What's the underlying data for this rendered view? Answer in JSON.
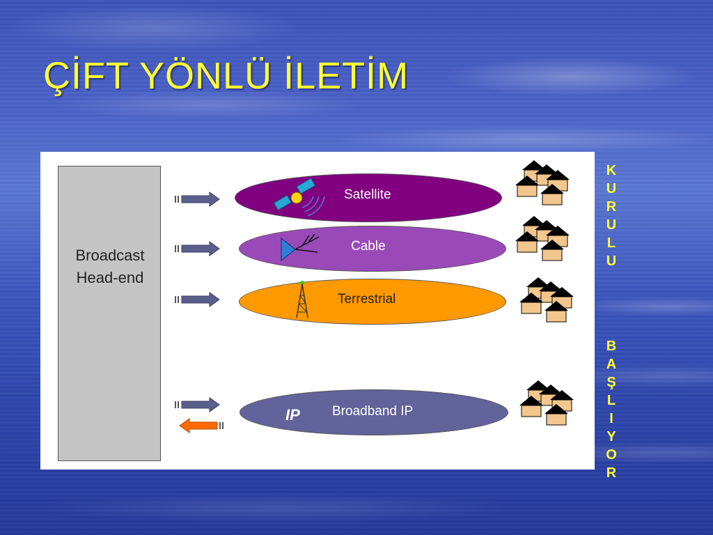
{
  "slide": {
    "title": "ÇİFT YÖNLÜ İLETİM"
  },
  "diagram": {
    "headend": {
      "line1": "Broadcast",
      "line2": "Head-end"
    },
    "channels": [
      {
        "label": "Satellite",
        "color": "#800080"
      },
      {
        "label": "Cable",
        "color": "#9a4ab8"
      },
      {
        "label": "Terrestrial",
        "color": "#ff9900"
      },
      {
        "label": "Broadband IP",
        "badge": "IP",
        "color": "#62639a"
      }
    ],
    "colors": {
      "arrow_down": "#5a5f8c",
      "arrow_up": "#ff6a00",
      "house_roof": "#000000",
      "house_body": "#f2c68c"
    }
  },
  "side_labels": {
    "kuruluyor": [
      "K",
      "U",
      "R",
      "U",
      "L",
      "U"
    ],
    "basliyor": [
      "B",
      "A",
      "Ş",
      "L",
      "I",
      "Y",
      "O",
      "R"
    ]
  }
}
